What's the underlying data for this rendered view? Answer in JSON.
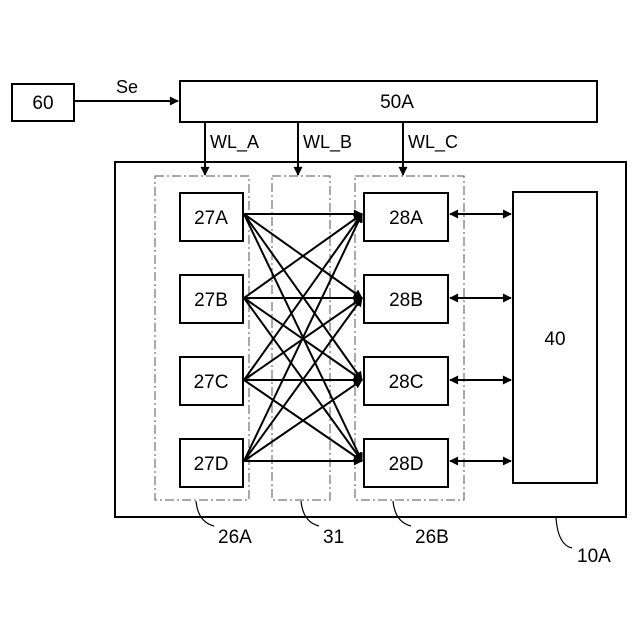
{
  "blocks": {
    "b60": "60",
    "b50a": "50A",
    "b40": "40",
    "b27a": "27A",
    "b27b": "27B",
    "b27c": "27C",
    "b27d": "27D",
    "b28a": "28A",
    "b28b": "28B",
    "b28c": "28C",
    "b28d": "28D"
  },
  "signals": {
    "se": "Se",
    "wl_a": "WL_A",
    "wl_b": "WL_B",
    "wl_c": "WL_C"
  },
  "refs": {
    "r26a": "26A",
    "r31": "31",
    "r26b": "26B",
    "r10a": "10A"
  },
  "connections": {
    "source_blocks": [
      "27A",
      "27B",
      "27C",
      "27D"
    ],
    "target_blocks": [
      "28A",
      "28B",
      "28C",
      "28D"
    ],
    "crossbar": "full",
    "bidirectional_to": "40"
  }
}
